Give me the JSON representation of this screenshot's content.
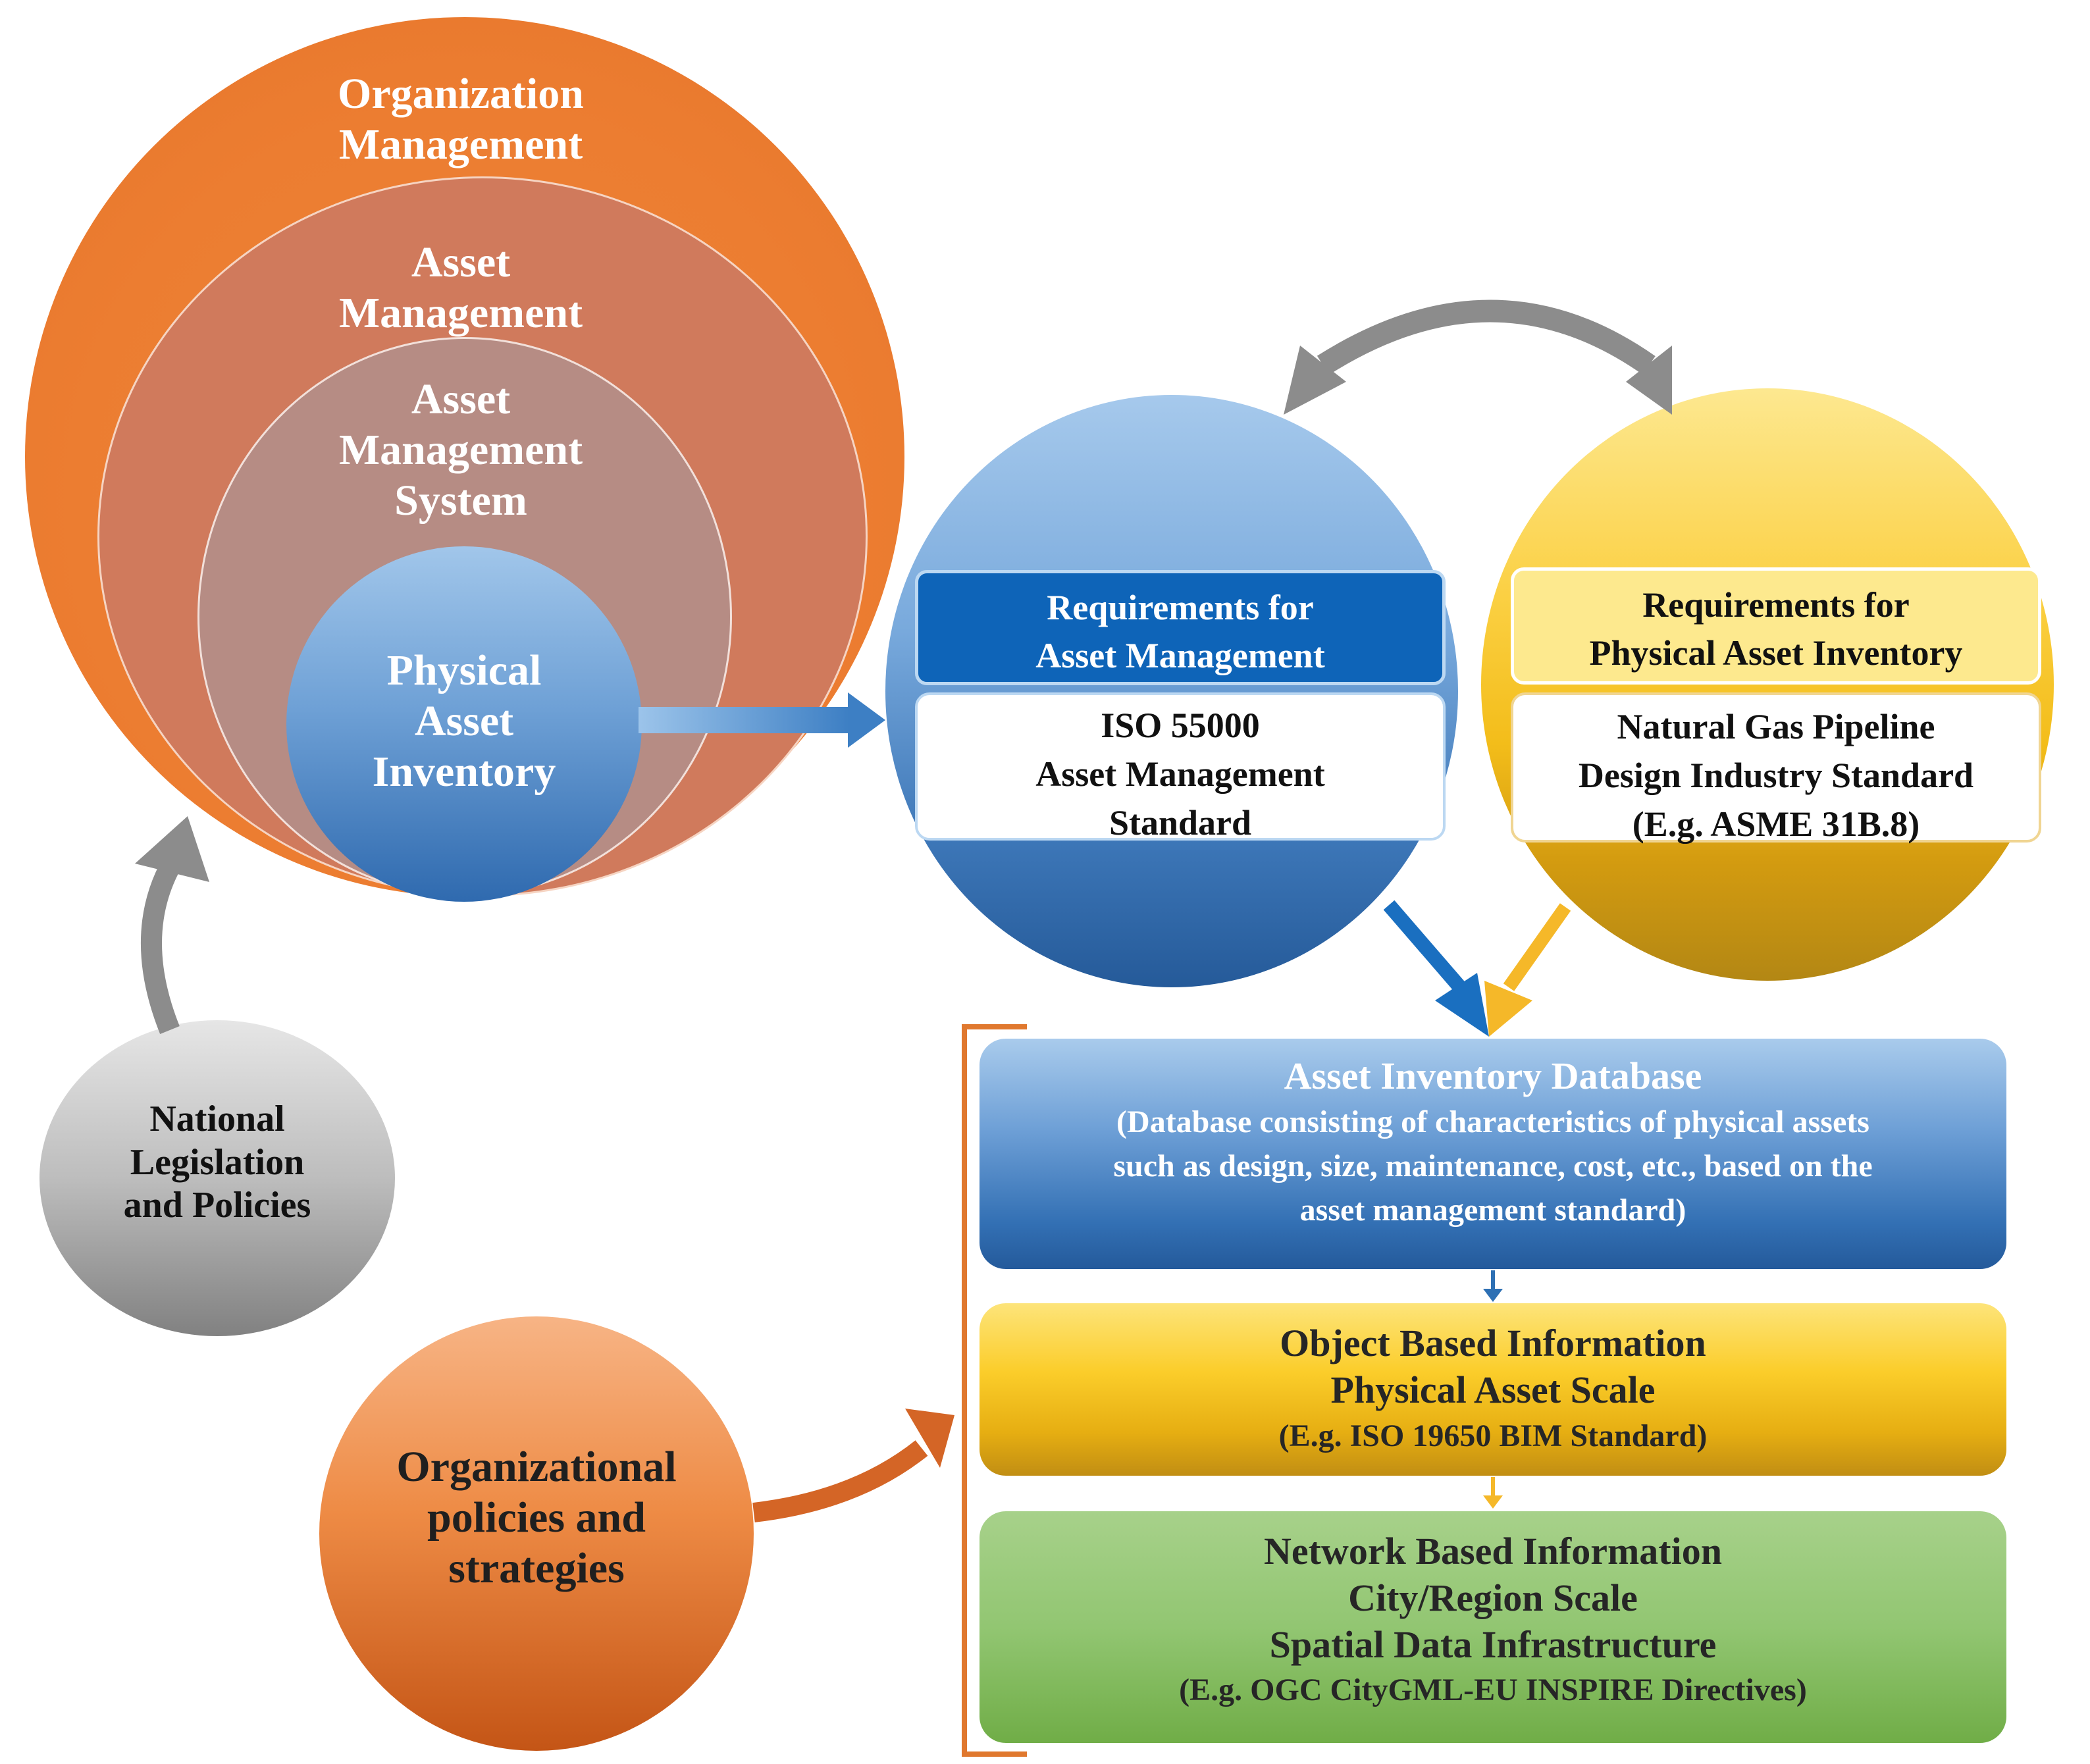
{
  "nested_circles": {
    "organization_management": [
      "Organization",
      "Management"
    ],
    "asset_management": [
      "Asset",
      "Management"
    ],
    "asset_management_system": [
      "Asset",
      "Management",
      "System"
    ],
    "physical_asset_inventory": [
      "Physical",
      "Asset",
      "Inventory"
    ]
  },
  "requirements_asset_management": {
    "header": [
      "Requirements for",
      "Asset Management"
    ],
    "body": [
      "ISO 55000",
      "Asset Management",
      "Standard"
    ]
  },
  "requirements_physical_asset_inventory": {
    "header": [
      "Requirements for",
      "Physical Asset Inventory"
    ],
    "body": [
      "Natural Gas Pipeline",
      "Design Industry Standard",
      "(E.g. ASME 31B.8)"
    ]
  },
  "national_legislation": [
    "National",
    "Legislation",
    "and Policies"
  ],
  "organizational_policies": [
    "Organizational",
    "policies and",
    "strategies"
  ],
  "asset_inventory_database": {
    "title": "Asset Inventory Database",
    "description": [
      "(Database consisting of characteristics of physical assets",
      "such as design, size, maintenance, cost, etc., based on the",
      "asset management standard)"
    ]
  },
  "object_based_information": {
    "lines": [
      "Object Based Information",
      "Physical Asset Scale"
    ],
    "example": "(E.g. ISO 19650 BIM Standard)"
  },
  "network_based_information": {
    "lines": [
      "Network Based Information",
      "City/Region Scale",
      "Spatial Data Infrastructure"
    ],
    "example": "(E.g. OGC CityGML-EU INSPIRE Directives)"
  },
  "colors": {
    "organization_orange": "#ec7d31",
    "asset_management_salmon": "#d07a5c",
    "blue": "#2e75b6",
    "dark_blue_header": "#0e64b8",
    "yellow": "#fbcd2a",
    "green": "#92c672",
    "gray": "#a5a5a5",
    "bracket_orange": "#e0782e"
  }
}
